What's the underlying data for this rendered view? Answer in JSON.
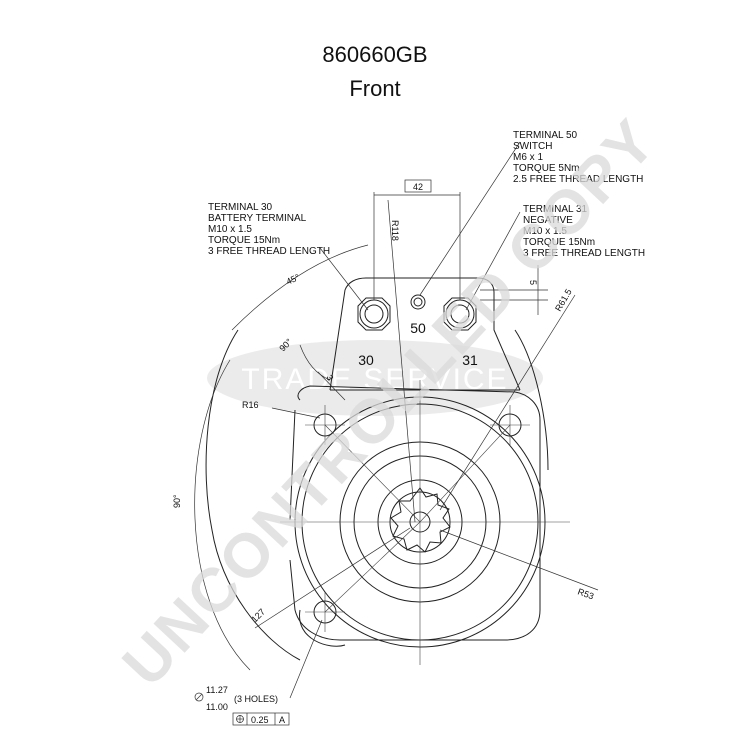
{
  "title": "860660GB",
  "subtitle": "Front",
  "terminals": {
    "t50": {
      "lines": [
        "TERMINAL 50",
        "SWITCH",
        "M6 x 1",
        "TORQUE 5Nm",
        "2.5 FREE THREAD LENGTH"
      ],
      "label": "50"
    },
    "t30": {
      "lines": [
        "TERMINAL 30",
        "BATTERY TERMINAL",
        "M10 x 1.5",
        "TORQUE 15Nm",
        "3 FREE THREAD LENGTH"
      ],
      "label": "30"
    },
    "t31": {
      "lines": [
        "TERMINAL 31",
        "NEGATIVE",
        "M10 x 1.5",
        "TORQUE 15Nm",
        "3 FREE THREAD LENGTH"
      ],
      "label": "31"
    }
  },
  "dimensions": {
    "d42": "42",
    "r118": "R118",
    "d5": "5",
    "r615": "R61.5",
    "a45": "45°",
    "a90_small": "90°",
    "d3": "3",
    "r16": "R16",
    "a90_large": "90°",
    "d127": "127",
    "r53": "R53",
    "hole_upper": "11.27",
    "hole_lower": "11.00",
    "holes_note": "(3 HOLES)",
    "tol_value": "0.25",
    "tol_datum": "A"
  },
  "watermark": {
    "main": "UNCONTROLLED COPY",
    "brand": "TRADE SERVICE"
  }
}
